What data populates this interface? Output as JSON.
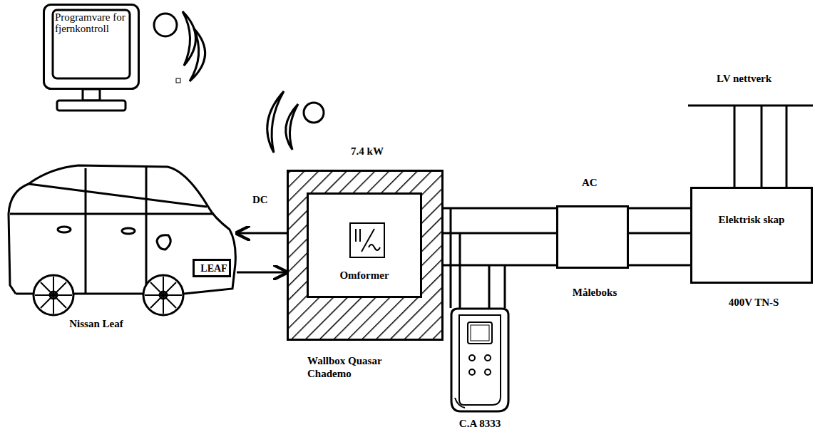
{
  "diagram": {
    "nodes": [
      {
        "text": [
          "Programvare for fjernkontroll"
        ]
      },
      {
        "text": [
          "Nissan Leaf"
        ]
      },
      {
        "text": [
          "LEAF"
        ],
        "in": 1
      },
      {
        "text": [
          "7.4 kW",
          "Wallbox Quasar Chademo"
        ]
      },
      {
        "text": [
          "Omformer"
        ],
        "in": 3
      },
      {
        "text": [
          "Måleboks"
        ]
      },
      {
        "text": [
          "Elektrisk skap",
          "400V  TN-S"
        ]
      },
      {
        "text": [
          "C.A 8333"
        ]
      }
    ],
    "edges": [
      {
        "from": 3,
        "to": 1,
        "arrow": "to"
      },
      {
        "from": 1,
        "to": 3,
        "arrow": "to"
      },
      {
        "from": 3,
        "to": 5,
        "arrow": "none"
      },
      {
        "from": 5,
        "to": 6,
        "arrow": "none"
      }
    ],
    "labels": [
      "DC",
      "AC",
      "LV nettverk"
    ]
  }
}
